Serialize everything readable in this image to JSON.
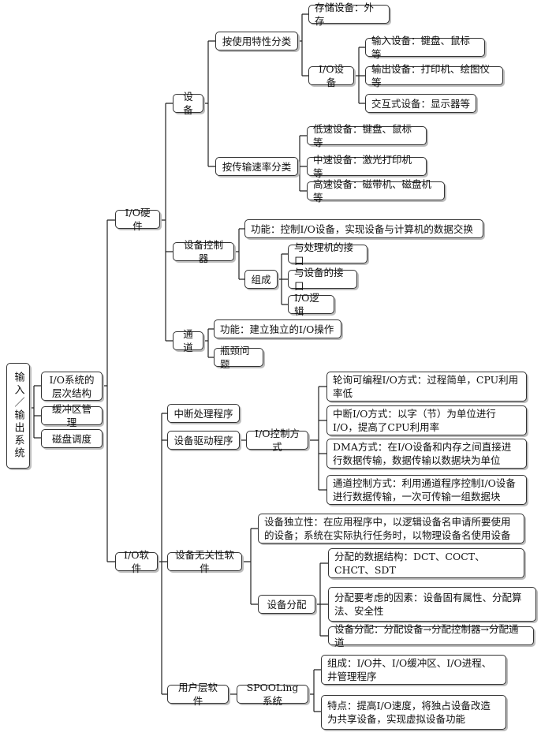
{
  "root": {
    "label": "输入／输出系统"
  },
  "level1": [
    {
      "label": "I/O系统的层次结构"
    },
    {
      "label": "缓冲区管理"
    },
    {
      "label": "磁盘调度"
    }
  ],
  "hardware": {
    "label": "I/O硬件",
    "device": {
      "label": "设备",
      "by_usage": {
        "label": "按使用特性分类",
        "storage": "存储设备：外存",
        "io_device": {
          "label": "I/O设备",
          "items": [
            "输入设备：键盘、鼠标等",
            "输出设备：打印机、绘图仪等",
            "交互式设备：显示器等"
          ]
        }
      },
      "by_speed": {
        "label": "按传输速率分类",
        "items": [
          "低速设备：键盘、鼠标等",
          "中速设备：激光打印机等",
          "高速设备：磁带机、磁盘机等"
        ]
      }
    },
    "controller": {
      "label": "设备控制器",
      "function": "功能：控制I/O设备，实现设备与计算机的数据交换",
      "composition": {
        "label": "组成",
        "items": [
          "与处理机的接口",
          "与设备的接口",
          "I/O逻辑"
        ]
      }
    },
    "channel": {
      "label": "通道",
      "items": [
        "功能：建立独立的I/O操作",
        "瓶颈问题"
      ]
    }
  },
  "software": {
    "label": "I/O软件",
    "interrupt": "中断处理程序",
    "driver": {
      "label": "设备驱动程序",
      "control": {
        "label": "I/O控制方式",
        "items": [
          "轮询可编程I/O方式：过程简单，CPU利用率低",
          "中断I/O方式：以字（节）为单位进行I/O，提高了CPU利用率",
          "DMA方式：在I/O设备和内存之间直接进行数据传输，数据传输以数据块为单位",
          "通道控制方式：利用通道程序控制I/O设备进行数据传输，一次可传输一组数据块"
        ]
      }
    },
    "independent": {
      "label": "设备无关性软件",
      "independence": "设备独立性：在应用程序中，以逻辑设备名申请所要使用的设备；系统在实际执行任务时，以物理设备名使用设备",
      "allocation": {
        "label": "设备分配",
        "items": [
          "分配的数据结构：DCT、COCT、CHCT、SDT",
          "分配要考虑的因素：设备固有属性、分配算法、安全性",
          "设备分配：分配设备→分配控制器→分配通道"
        ]
      }
    },
    "user_layer": {
      "label": "用户层软件",
      "spooling": {
        "label": "SPOOLing系统",
        "items": [
          "组成：I/O井、I/O缓冲区、I/O进程、井管理程序",
          "特点：提高I/O速度，将独占设备改造为共享设备，实现虚拟设备功能"
        ]
      }
    }
  }
}
